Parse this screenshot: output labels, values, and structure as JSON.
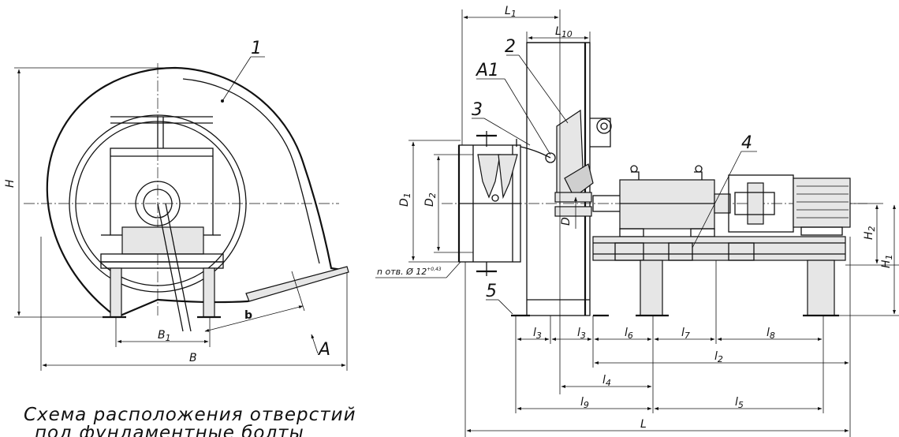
{
  "left_view": {
    "callout_1": "1",
    "dim_H": "H",
    "dim_B1": "B",
    "dim_B1_sub": "1",
    "dim_b": "b",
    "dim_B": "B",
    "view_A": "A"
  },
  "right_view": {
    "callout_2": "2",
    "callout_A1": "A1",
    "callout_3": "3",
    "callout_4": "4",
    "callout_5": "5",
    "dim_L1": "L",
    "dim_L1_sub": "1",
    "dim_L10": "L",
    "dim_L10_sub": "10",
    "dim_D1": "D",
    "dim_D1_sub": "1",
    "dim_D2": "D",
    "dim_D2_sub": "2",
    "dim_D": "D",
    "dim_H1": "H",
    "dim_H1_sub": "1",
    "dim_H2": "H",
    "dim_H2_sub": "2",
    "hole_note": "n отв. Ø 12",
    "hole_tol": "+0,43",
    "dim_l3a": "l",
    "dim_l3a_sub": "3",
    "dim_l3b": "l",
    "dim_l3b_sub": "3",
    "dim_l6": "l",
    "dim_l6_sub": "6",
    "dim_l7": "l",
    "dim_l7_sub": "7",
    "dim_l8": "l",
    "dim_l8_sub": "8",
    "dim_l2": "l",
    "dim_l2_sub": "2",
    "dim_l4": "l",
    "dim_l4_sub": "4",
    "dim_l9": "l",
    "dim_l9_sub": "9",
    "dim_l5": "l",
    "dim_l5_sub": "5",
    "dim_L": "L"
  },
  "caption": {
    "line1": "Схема расположения отверстий",
    "line2": "под фундаментные болты"
  }
}
